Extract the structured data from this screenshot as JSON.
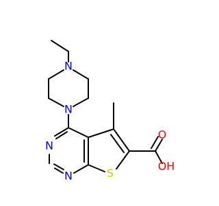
{
  "molecule": {
    "colors": {
      "bond": "#000000",
      "nitrogen": "#0000ff",
      "sulfur": "#c8c800",
      "oxygen": "#ff0000"
    },
    "atoms": {
      "n_top": "N",
      "n_bottom": "N",
      "n_pyrimidine_upper": "N",
      "n_pyrimidine_lower": "N",
      "s_thiophene": "S",
      "o_carbonyl": "O",
      "oh_hydroxyl": "OH"
    }
  }
}
